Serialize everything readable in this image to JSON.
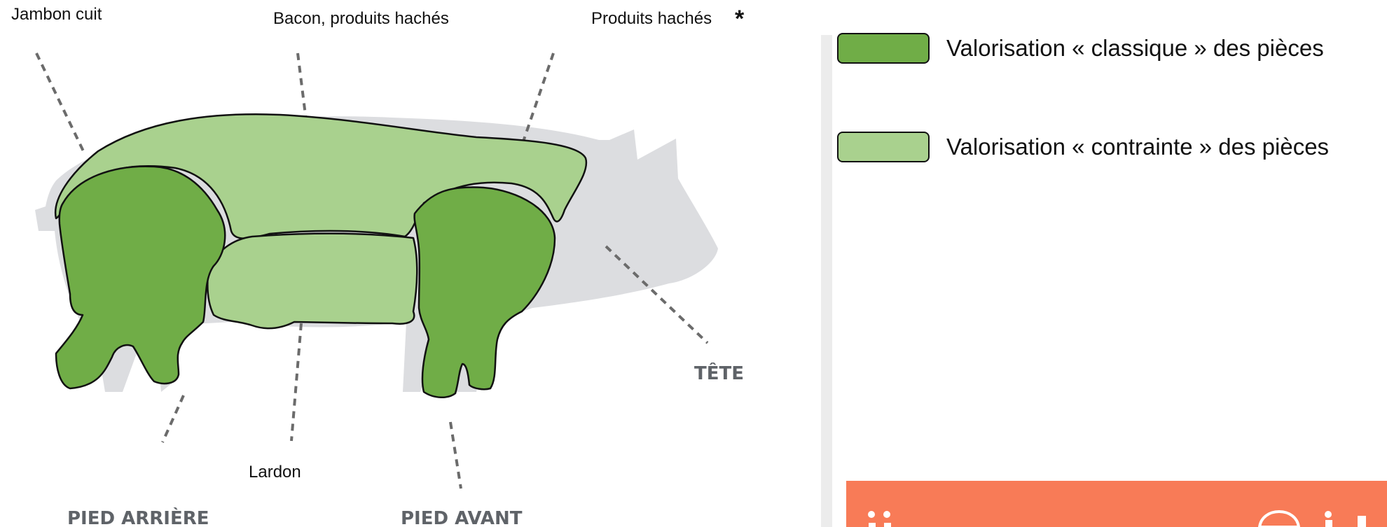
{
  "labels": {
    "jambon": "Jambon cuit",
    "bacon": "Bacon, produits hachés",
    "produits": "Produits hachés",
    "asterisk": "*",
    "lardon": "Lardon",
    "tete": "TÊTE",
    "pied_arriere": "PIED ARRIÈRE",
    "pied_avant": "PIED AVANT"
  },
  "legend": [
    {
      "label": "Valorisation « classique » des pièces",
      "color": "#70ad47"
    },
    {
      "label": "Valorisation « contrainte » des pièces",
      "color": "#a9d18e"
    }
  ],
  "colors": {
    "dark_green": "#70ad47",
    "light_green": "#a9d18e",
    "silhouette": "#dcdde0",
    "banner": "#f87b57"
  }
}
